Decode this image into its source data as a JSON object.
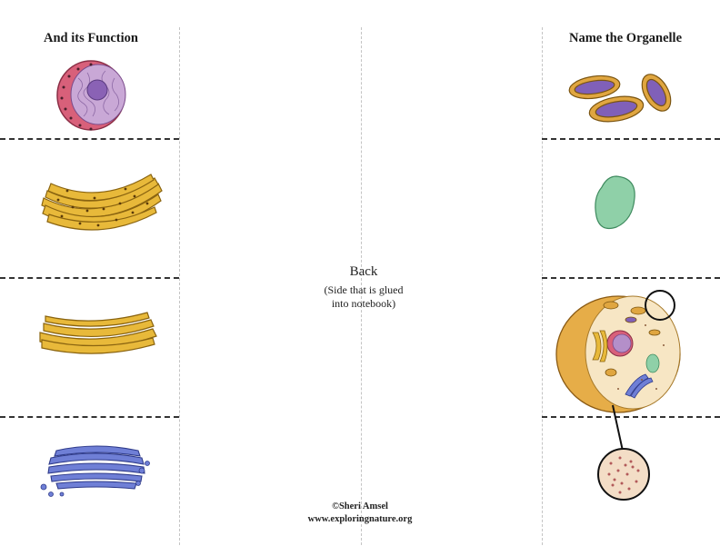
{
  "left_column": {
    "heading": "And its Function"
  },
  "right_column": {
    "heading": "Name the Organelle"
  },
  "center": {
    "title": "Back",
    "subtitle_line1": "(Side that is glued",
    "subtitle_line2": "into notebook)"
  },
  "credit": {
    "author": "©Sheri Amsel",
    "website": "www.exploringnature.org"
  },
  "illustrations": {
    "left": [
      "nucleus-icon",
      "rough-er-icon",
      "smooth-er-icon",
      "golgi-icon"
    ],
    "right": [
      "mitochondria-icon",
      "vacuole-icon",
      "animal-cell-icon",
      "ribosome-zoom-icon"
    ]
  }
}
